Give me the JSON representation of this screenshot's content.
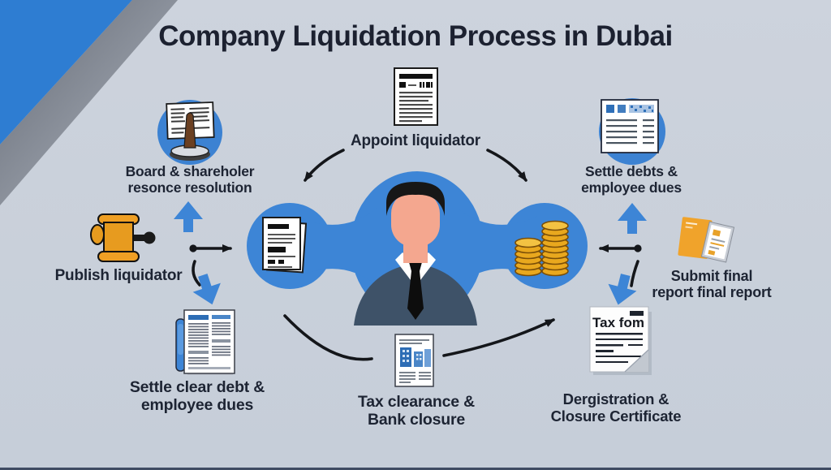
{
  "title": "Company Liquidation Process in Dubai",
  "steps": [
    {
      "id": "board-resolution",
      "icon": "board-gavel-icon",
      "line1": "Board & shareholer",
      "line2": "resonce resolution"
    },
    {
      "id": "appoint-liquidator",
      "icon": "appoint-document-icon",
      "line1": "Appoint liquidator",
      "line2": ""
    },
    {
      "id": "settle-debts",
      "icon": "settle-debts-document-icon",
      "line1": "Settle debts &",
      "line2": "employee dues"
    },
    {
      "id": "publish-liquidator",
      "icon": "gavel-icon",
      "line1": "Publish liquidator",
      "line2": ""
    },
    {
      "id": "submit-final-report",
      "icon": "final-report-folder-icon",
      "line1": "Submit final",
      "line2": "report final report"
    },
    {
      "id": "settle-clear-debt",
      "icon": "newspaper-icon",
      "line1": "Settle clear debt &",
      "line2": "employee dues"
    },
    {
      "id": "tax-clearance",
      "icon": "bank-document-icon",
      "line1": "Tax clearance &",
      "line2": "Bank closure"
    },
    {
      "id": "deregistration",
      "icon": "tax-form-icon",
      "line1": "Dergistration &",
      "line2": "Closure Certificate"
    }
  ],
  "icon_texts": {
    "tax_form_title": "Tax fom"
  },
  "center": {
    "left_icon": "documents-icon",
    "center_icon": "businessman-avatar",
    "right_icon": "coins-icon"
  },
  "colors": {
    "background": "#c9d0da",
    "accent_blue": "#3d85d6",
    "corner_blue": "#2e7dd2",
    "corner_gray": "#868c96",
    "arrow_black": "#14161a",
    "coin_gold": "#e9a81e",
    "folder_orange": "#f0a32b",
    "gavel_orange": "#e79b1f",
    "suit_navy": "#3e5268",
    "skin_tone": "#f4a78f",
    "text_dark": "#1d2433"
  }
}
